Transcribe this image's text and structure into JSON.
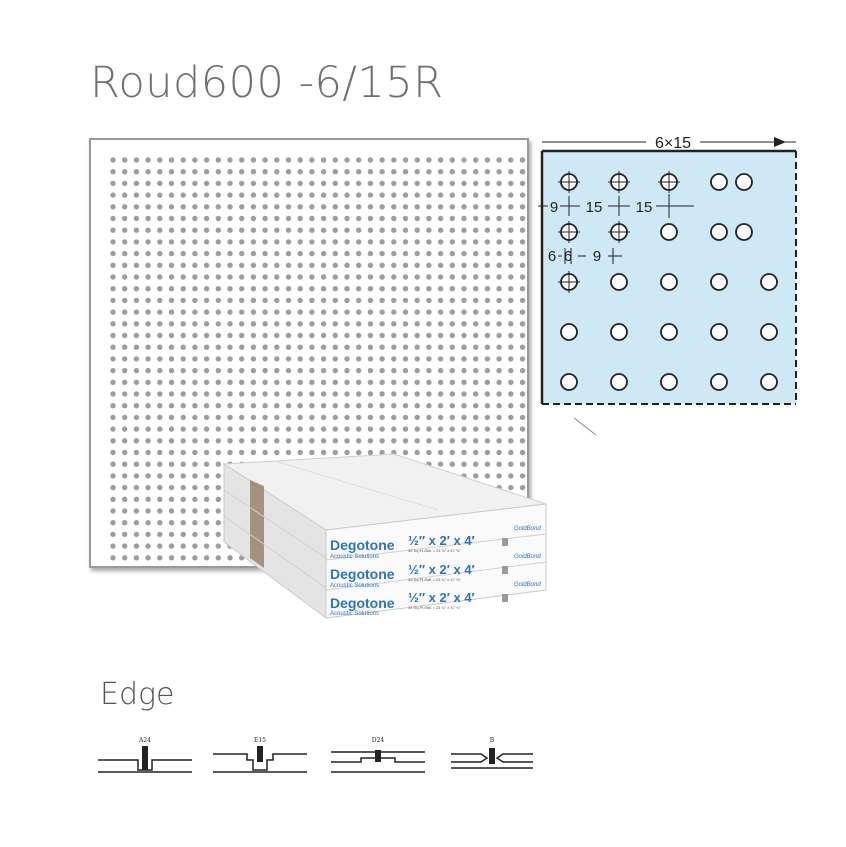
{
  "title": "Roud600 -6/15R",
  "detail": {
    "dim_top": "6×15",
    "dim_9a": "9",
    "dim_15a": "15",
    "dim_15b": "15",
    "dim_6a": "6",
    "dim_6b": "6",
    "dim_9b": "9",
    "fill_color": "#cfe8f6"
  },
  "package": {
    "brand": "Degotone",
    "subtitle": "Acoustic Solutions",
    "size": "½″ x 2′ x 4′",
    "spec": "32 Sq.Ft./Bdl. • 23 ¾″ x 47 ¾″",
    "logo": "GoldBond"
  },
  "edge": {
    "heading": "Edge",
    "types": [
      "A24",
      "E15",
      "D24",
      "B"
    ]
  }
}
